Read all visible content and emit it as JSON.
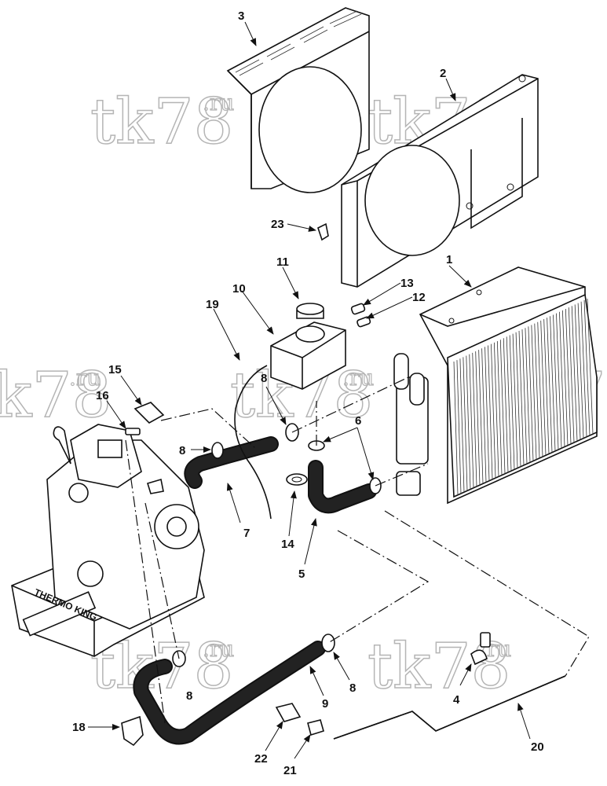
{
  "watermark": {
    "main": "tk78",
    "suffix": ".ru"
  },
  "engine_logo": "THERMO KING",
  "callouts": [
    "1",
    "2",
    "3",
    "4",
    "5",
    "6",
    "7",
    "8",
    "9",
    "10",
    "11",
    "12",
    "13",
    "14",
    "15",
    "16",
    "18",
    "19",
    "20",
    "21",
    "22",
    "23"
  ],
  "callout_eight": "8",
  "callout_six": "6"
}
